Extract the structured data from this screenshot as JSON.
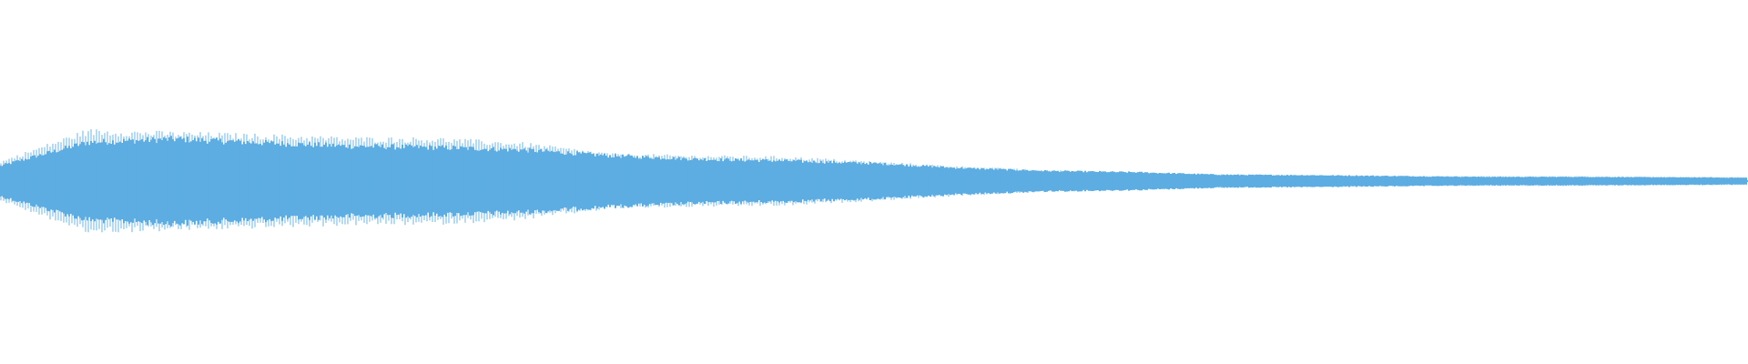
{
  "waveform": {
    "color": "#5dade2",
    "background": "#ffffff",
    "envelope": [
      0.36,
      0.92,
      1.0,
      0.91,
      0.83,
      0.8,
      0.74,
      0.6,
      0.52,
      0.48,
      0.42,
      0.31,
      0.24,
      0.21,
      0.15,
      0.14,
      0.12,
      0.1,
      0.1,
      0.09,
      0.08
    ],
    "spike_envelope": [
      0.4,
      1.05,
      1.0,
      0.95,
      0.89,
      0.88,
      0.78,
      0.56,
      0.52,
      0.5,
      0.4,
      0.3,
      0.22,
      0.18,
      0.14,
      0.12,
      0.1,
      0.1,
      0.1,
      0.09,
      0.08
    ]
  }
}
